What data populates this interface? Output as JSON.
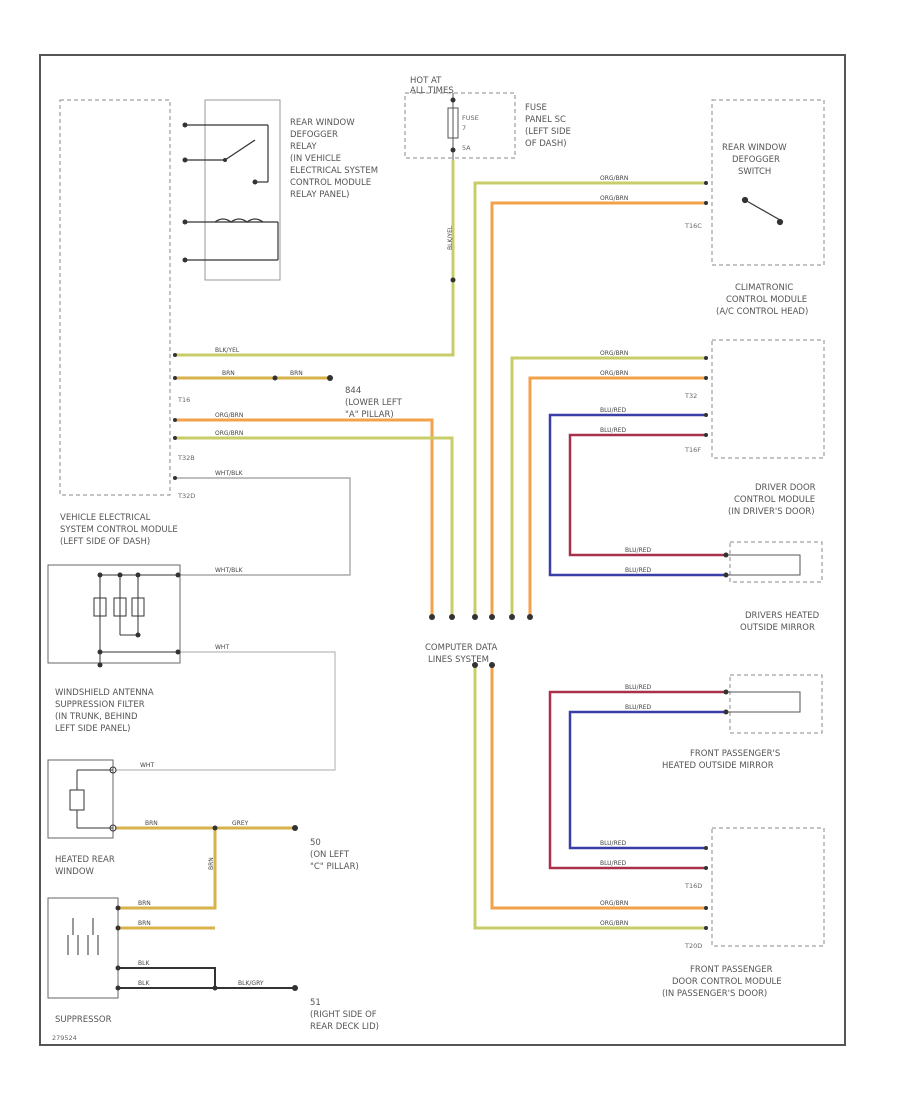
{
  "labels": {
    "hot_at": [
      "HOT AT",
      "ALL TIMES"
    ],
    "fuse": [
      "FUSE",
      "7",
      "5A"
    ],
    "fuse_panel": [
      "FUSE",
      "PANEL SC",
      "(LEFT SIDE",
      "OF DASH)"
    ],
    "relay": [
      "REAR WINDOW",
      "DEFOGGER",
      "RELAY",
      "(IN VEHICLE",
      "ELECTRICAL SYSTEM",
      "CONTROL MODULE",
      "RELAY PANEL)"
    ],
    "switch": [
      "REAR WINDOW",
      "DEFOGGER",
      "SWITCH"
    ],
    "climatronic": [
      "CLIMATRONIC",
      "CONTROL MODULE",
      "(A/C CONTROL HEAD)"
    ],
    "ground_844": [
      "844",
      "(LOWER LEFT",
      "\"A\" PILLAR)"
    ],
    "vesc": [
      "VEHICLE ELECTRICAL",
      "SYSTEM CONTROL MODULE",
      "(LEFT SIDE OF DASH)"
    ],
    "driver_door": [
      "DRIVER DOOR",
      "CONTROL MODULE",
      "(IN DRIVER'S DOOR)"
    ],
    "driver_mirror": [
      "DRIVERS HEATED",
      "OUTSIDE MIRROR"
    ],
    "can": [
      "COMPUTER DATA",
      "LINES SYSTEM"
    ],
    "antenna": [
      "WINDSHIELD ANTENNA",
      "SUPPRESSION FILTER",
      "(IN TRUNK, BEHIND",
      "LEFT SIDE PANEL)"
    ],
    "pass_mirror": [
      "FRONT PASSENGER'S",
      "HEATED OUTSIDE MIRROR"
    ],
    "rear_window": [
      "HEATED REAR",
      "WINDOW"
    ],
    "ground_50": [
      "50",
      "(ON LEFT",
      "\"C\" PILLAR)"
    ],
    "suppressor": [
      "SUPPRESSOR"
    ],
    "ground_51": [
      "51",
      "(RIGHT SIDE OF",
      "REAR DECK LID)"
    ],
    "pass_door": [
      "FRONT PASSENGER",
      "DOOR CONTROL MODULE",
      "(IN PASSENGER'S DOOR)"
    ],
    "footer": [
      "279524"
    ]
  },
  "connectors": {
    "t16c": "T16C",
    "t32": "T32",
    "t16": "T16",
    "t32b": "T32B",
    "t32d": "T32D",
    "t16f": "T16F",
    "t16d": "T16D",
    "t20d": "T20D"
  },
  "wires": {
    "blkyel": "BLK/YEL",
    "brn": "BRN",
    "orgbrn": "ORG/BRN",
    "wht_blk": "WHT/BLK",
    "wht": "WHT",
    "blured": "BLU/RED",
    "grey": "GREY",
    "blk": "BLK",
    "blkgry": "BLK/GRY"
  },
  "colors": {
    "yellow": "#c8cd6a",
    "orange": "#f2a24a",
    "blue": "#3a3fa8",
    "red": "#a8304a",
    "brown": "#d8b24a",
    "dark": "#333333"
  }
}
